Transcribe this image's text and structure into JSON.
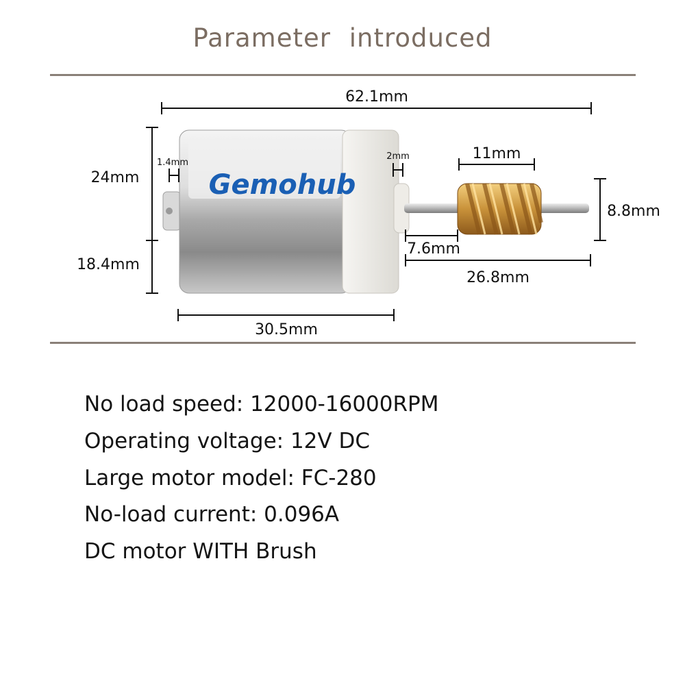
{
  "title": "Parameter  introduced",
  "brand": "Gemohub",
  "colors": {
    "title": "#7b6d62",
    "rule": "#8a8078",
    "brand": "#1a5fb4",
    "gear": "#c9923a"
  },
  "dimensions": {
    "overall_length": "62.1mm",
    "body_height": "24mm",
    "body_lower": "18.4mm",
    "rear_boss": "1.4mm",
    "front_boss": "2mm",
    "gear_length": "11mm",
    "gear_diameter": "8.8mm",
    "gear_offset": "7.6mm",
    "shaft_length": "26.8mm",
    "body_length": "30.5mm"
  },
  "specs": [
    "No load speed: 12000-16000RPM",
    "Operating voltage: 12V DC",
    "Large motor model: FC-280",
    "No-load current: 0.096A",
    "DC motor WITH Brush"
  ]
}
